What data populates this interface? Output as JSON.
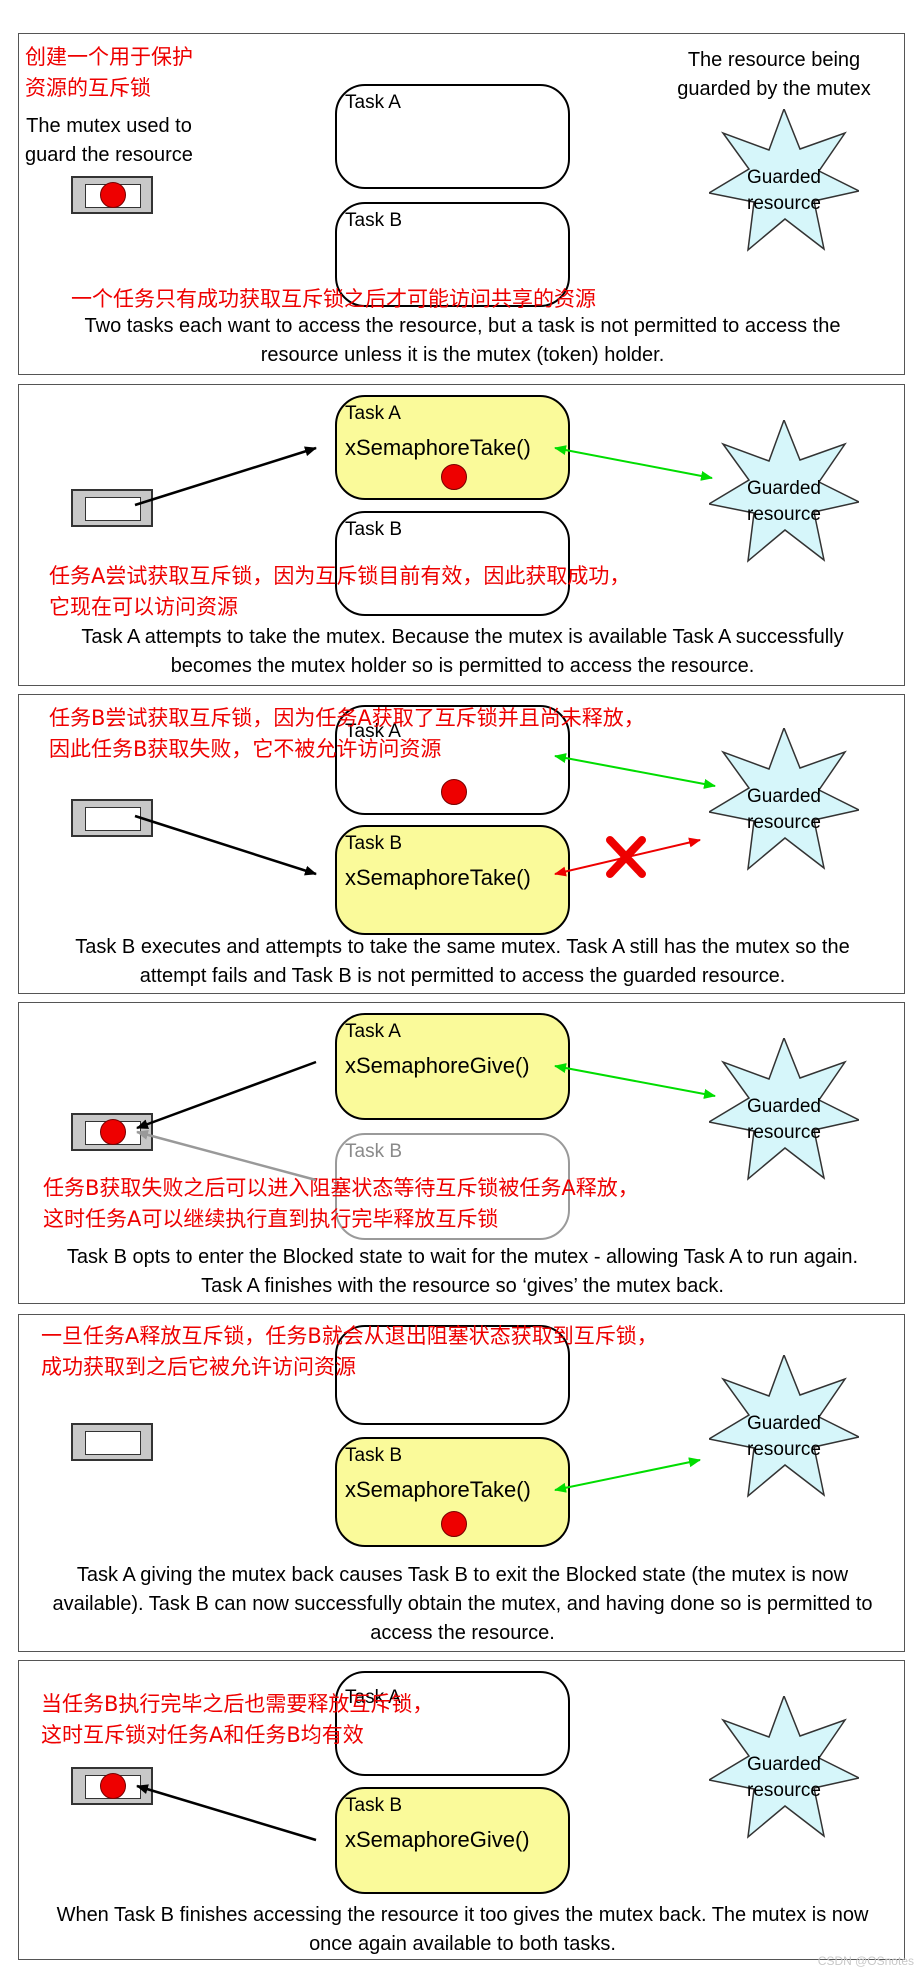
{
  "panels": [
    {
      "task_a": {
        "name": "Task A",
        "call": ""
      },
      "task_b": {
        "name": "Task B",
        "call": ""
      },
      "cn_notes": [
        "创建一个用于保护",
        "资源的互斥锁"
      ],
      "mutex_label": [
        "The mutex used to",
        "guard the resource"
      ],
      "resource_label": [
        "The resource being",
        "guarded by the mutex"
      ],
      "resource": [
        "Guarded",
        "resource"
      ],
      "cn_caption": "一个任务只有成功获取互斥锁之后才可能访问共享的资源",
      "caption": [
        "Two tasks each want to access the resource, but a task is not permitted to access the",
        "resource unless it is the mutex (token) holder."
      ]
    },
    {
      "task_a": {
        "name": "Task A",
        "call": "xSemaphoreTake()"
      },
      "task_b": {
        "name": "Task B",
        "call": ""
      },
      "resource": [
        "Guarded",
        "resource"
      ],
      "cn_caption": [
        "任务A尝试获取互斥锁，因为互斥锁目前有效，因此获取成功，",
        "它现在可以访问资源"
      ],
      "caption": [
        "Task A attempts to take the mutex.  Because the mutex is available Task A successfully",
        "becomes the mutex holder so is permitted to access the resource."
      ]
    },
    {
      "task_a": {
        "name": "Task A",
        "call": ""
      },
      "task_b": {
        "name": "Task B",
        "call": "xSemaphoreTake()"
      },
      "resource": [
        "Guarded",
        "resource"
      ],
      "cn_caption": [
        "任务B尝试获取互斥锁，因为任务A获取了互斥锁并且尚未释放，",
        "因此任务B获取失败，它不被允许访问资源"
      ],
      "caption": [
        "Task B executes and attempts to take the same mutex.  Task A still has the mutex so the",
        "attempt fails and Task B is not permitted to access the guarded resource."
      ]
    },
    {
      "task_a": {
        "name": "Task A",
        "call": "xSemaphoreGive()"
      },
      "task_b": {
        "name": "Task B",
        "call": ""
      },
      "resource": [
        "Guarded",
        "resource"
      ],
      "cn_caption": [
        "任务B获取失败之后可以进入阻塞状态等待互斥锁被任务A释放，",
        "这时任务A可以继续执行直到执行完毕释放互斥锁"
      ],
      "caption": [
        "Task B opts to enter the Blocked state to wait for the mutex - allowing Task A to run again.",
        "Task A finishes with the resource so ‘gives’ the mutex back."
      ]
    },
    {
      "task_a": {
        "name": "",
        "call": ""
      },
      "task_b": {
        "name": "Task B",
        "call": "xSemaphoreTake()"
      },
      "resource": [
        "Guarded",
        "resource"
      ],
      "cn_caption": [
        "一旦任务A释放互斥锁，任务B就会从退出阻塞状态获取到互斥锁，",
        "成功获取到之后它被允许访问资源"
      ],
      "caption": [
        "Task A giving the mutex back causes Task B to exit the Blocked state (the mutex is now",
        "available).  Task B can now successfully obtain the mutex, and having done so is permitted to",
        "access the resource."
      ]
    },
    {
      "task_a": {
        "name": "Task A",
        "call": ""
      },
      "task_b": {
        "name": "Task B",
        "call": "xSemaphoreGive()"
      },
      "resource": [
        "Guarded",
        "resource"
      ],
      "cn_caption": [
        "当任务B执行完毕之后也需要释放互斥锁，",
        "这时互斥锁对任务A和任务B均有效"
      ],
      "caption": [
        "When Task B finishes accessing the resource it too gives the mutex back.  The mutex is now",
        "once again available to both tasks."
      ]
    }
  ],
  "watermark": "CSDN @OSnotes",
  "colors": {
    "task_active": "#fafa9a",
    "resource": "#d6f6fa",
    "mutex_token": "#ee0000",
    "access_ok": "#00dd00",
    "access_denied": "#ee0000",
    "annotation": "#ee0000"
  }
}
